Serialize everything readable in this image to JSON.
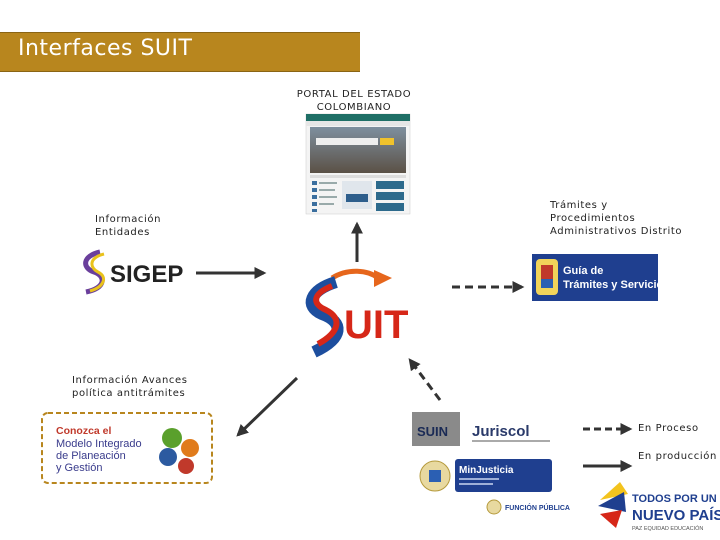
{
  "title": "Interfaces SUIT",
  "labels": {
    "portal": [
      "PORTAL DEL ESTADO",
      "COLOMBIANO"
    ],
    "informacion_entidades": [
      "Información",
      "Entidades"
    ],
    "tramites_distrito": [
      "Trámites y",
      "Procedimientos",
      "Administrativos Distrito"
    ],
    "informacion_avances": [
      "Información Avances",
      "política antitrámites"
    ],
    "legend_proceso": "En Proceso",
    "legend_produccion": "En producción"
  },
  "logos": {
    "sigep": "SIGEP",
    "suit": "UIT",
    "guia": [
      "Guía de",
      "Trámites y Servicios"
    ],
    "modelo": [
      "Conozca el",
      "Modelo Integrado",
      "de Planeación",
      "y Gestión"
    ],
    "suin": "SUIN",
    "juriscol": "Juriscol",
    "minjusticia": "MinJusticia",
    "funcion_publica": "FUNCIÓN PÚBLICA",
    "todos": [
      "TODOS POR UN",
      "NUEVO PAÍS"
    ],
    "todos_sub": "PAZ  EQUIDAD  EDUCACIÓN"
  },
  "colors": {
    "title_bg": "#b8861e",
    "arrow": "#333333",
    "suit_red": "#d62718",
    "suit_blue": "#1d4e9e",
    "modelo_border": "#b8861e"
  }
}
